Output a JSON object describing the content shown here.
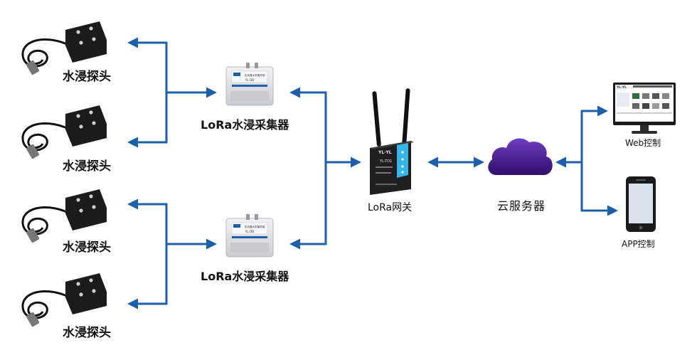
{
  "probes": [
    {
      "label": "水浸探头"
    },
    {
      "label": "水浸探头"
    },
    {
      "label": "水浸探头"
    },
    {
      "label": "水浸探头"
    }
  ],
  "collectors": [
    {
      "label": "LoRa水浸采集器",
      "plate_title": "无线漏水采集终端",
      "model": "YL-OD"
    },
    {
      "label": "LoRa水浸采集器",
      "plate_title": "无线漏水采集终端",
      "model": "YL-OD"
    }
  ],
  "gateway": {
    "label": "LoRa网关",
    "brand": "YL·YL",
    "model": "YL-TO1"
  },
  "cloud": {
    "label": "云服务器"
  },
  "clients": [
    {
      "label": "Web控制",
      "brand": "YL·YL"
    },
    {
      "label": "APP控制"
    }
  ],
  "colors": {
    "arrow": "#1d5fa8",
    "cloud": "#4a1f8c",
    "gateway_panel": "#37b6ea",
    "device_body": "#1b1b1b",
    "collector_body": "#dcdfe2"
  }
}
